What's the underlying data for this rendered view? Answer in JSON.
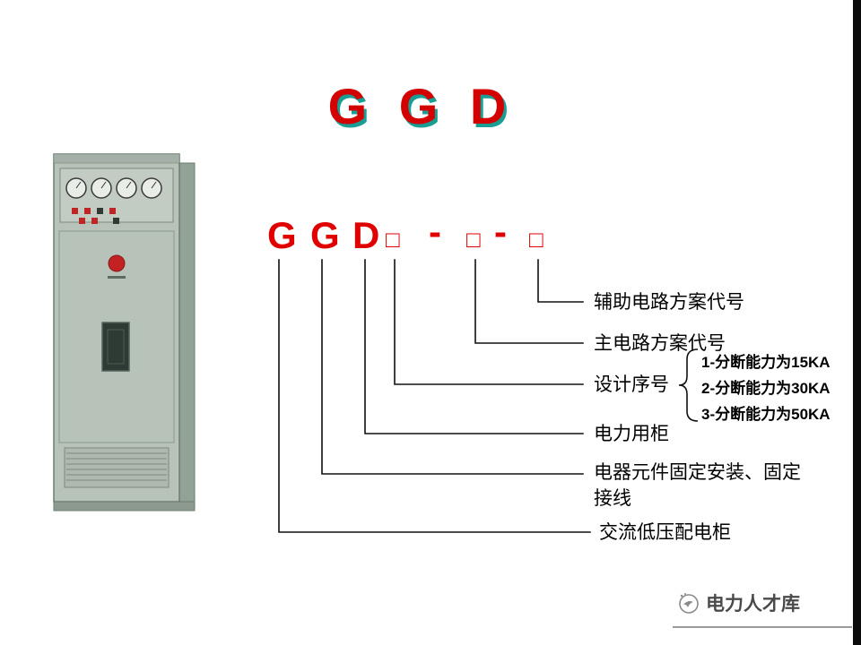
{
  "title": "G G D",
  "code": {
    "chars": [
      "G",
      "G",
      "D",
      "□",
      "-",
      "□",
      "-",
      "□"
    ]
  },
  "labels": {
    "aux": "辅助电路方案代号",
    "main": "主电路方案代号",
    "design": "设计序号",
    "power": "电力用柜",
    "fixed": "电器元件固定安装、固定\n接线",
    "ac": "交流低压配电柜"
  },
  "brace_items": [
    "1-分断能力为15KA",
    "2-分断能力为30KA",
    "3-分断能力为50KA"
  ],
  "footer": {
    "logo_text": "电力人才库"
  }
}
